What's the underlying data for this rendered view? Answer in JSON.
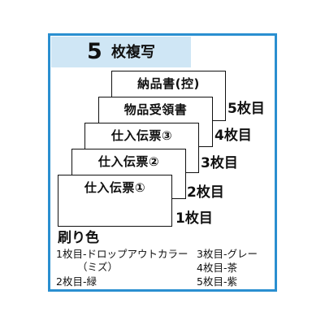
{
  "heading": {
    "count": "5",
    "label": "枚複写"
  },
  "sheets": [
    {
      "title": "納品書(控)",
      "copy": "5枚目"
    },
    {
      "title": "物品受領書",
      "copy": "4枚目"
    },
    {
      "title": "仕入伝票③",
      "copy": "3枚目"
    },
    {
      "title": "仕入伝票②",
      "copy": "2枚目"
    },
    {
      "title": "仕入伝票①",
      "copy": "1枚目"
    }
  ],
  "print_colors": {
    "heading": "刷り色",
    "items": [
      "1枚目-ドロップアウトカラー",
      "（ミズ）",
      "2枚目-緑",
      "3枚目-グレー",
      "4枚目-茶",
      "5枚目-紫"
    ]
  },
  "colors": {
    "frame": "#2a8fd0",
    "band": "#cfe6f5"
  }
}
